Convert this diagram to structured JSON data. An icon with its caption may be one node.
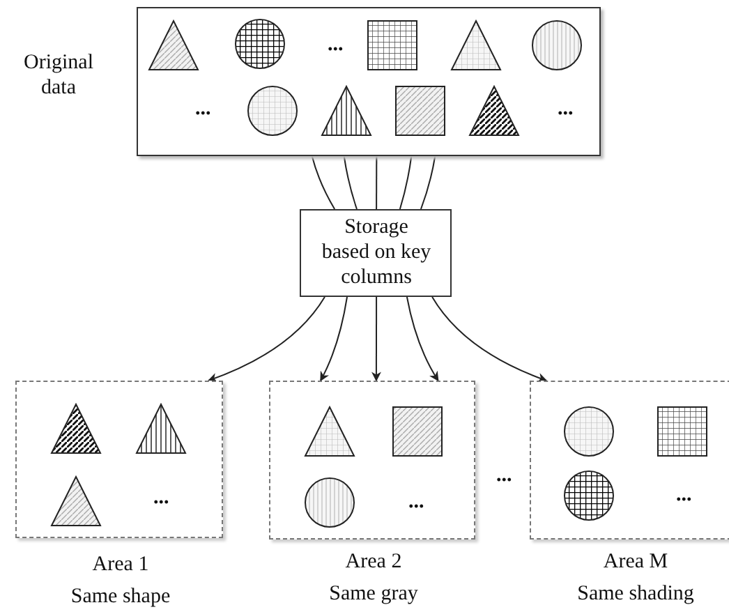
{
  "diagram": {
    "nodes": [
      {
        "text": [
          "Original data"
        ]
      },
      {
        "text": [
          "Storage based on key columns"
        ]
      },
      {
        "text": [
          "Area 1",
          "Same shape"
        ]
      },
      {
        "text": [
          "Area 2",
          "Same gray"
        ]
      },
      {
        "text": [
          "Area M",
          "Same shading"
        ]
      }
    ],
    "edges": [
      {
        "from": 0,
        "to": 1,
        "arrow": "none"
      },
      {
        "from": 0,
        "to": 1,
        "arrow": "none"
      },
      {
        "from": 0,
        "to": 1,
        "arrow": "none"
      },
      {
        "from": 0,
        "to": 1,
        "arrow": "none"
      },
      {
        "from": 0,
        "to": 1,
        "arrow": "none"
      },
      {
        "from": 1,
        "to": 2,
        "arrow": "to"
      },
      {
        "from": 1,
        "to": 3,
        "arrow": "to"
      },
      {
        "from": 1,
        "to": 3,
        "arrow": "to"
      },
      {
        "from": 1,
        "to": 3,
        "arrow": "to"
      },
      {
        "from": 1,
        "to": 4,
        "arrow": "to"
      }
    ],
    "labels": [
      "...",
      "...",
      "...",
      "...",
      "...",
      "...",
      "..."
    ]
  }
}
